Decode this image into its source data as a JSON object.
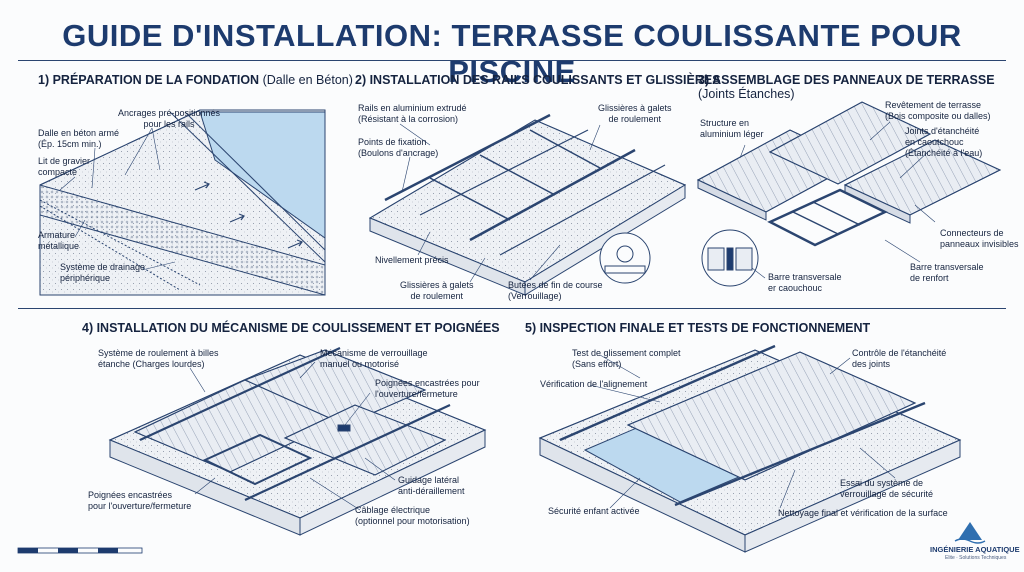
{
  "title": "GUIDE D'INSTALLATION: TERRASSE COULISSANTE POUR PISCINE",
  "sections": [
    {
      "heading": "1) PRÉPARATION DE LA FONDATION",
      "subheading": "(Dalle en Béton)",
      "labels": [
        "Ancrages pré-positionnés\npour les rails",
        "Dalle en béton armé\n(Ép. 15cm min.)",
        "Lit de gravier\ncompacté",
        "Armature\nmétallique",
        "Système de drainage\npériphérique"
      ]
    },
    {
      "heading": "2) INSTALLATION DES RAILS COULISSANTS ET GLISSIÈRES",
      "subheading": "",
      "labels": [
        "Rails en aluminium extrudé\n(Résistant à la corrosion)",
        "Glissières à galets\nde roulement",
        "Points de fixation\n(Boulons d'ancrage)",
        "Nivellement précis",
        "Glissières à galets\nde roulement",
        "Butées de fin de course\n(Verrouillage)"
      ]
    },
    {
      "heading": "3) ASSEMBLAGE DES PANNEAUX DE TERRASSE",
      "subheading": "(Joints Étanches)",
      "labels": [
        "Revêtement de terrasse\n(Bois composite ou dalles)",
        "Structure en\naluminium léger",
        "Joints d'étanchéité\nen caoutchouc\n(Étanchéité à l'eau)",
        "Connecteurs de\npanneaux invisibles",
        "Barre transversale\ner caouchouc",
        "Barre transversale\nde renfort"
      ]
    },
    {
      "heading": "4) INSTALLATION DU MÉCANISME DE COULISSEMENT ET POIGNÉES",
      "subheading": "",
      "labels": [
        "Système de roulement à billes\nétanche (Charges lourdes)",
        "Mécanisme de verrouillage\nmanuel ou motorisé",
        "Poignées encastrées pour\nl'ouverture/fermeture",
        "Guidage latéral\nanti-déraillement",
        "Poignées encastrées\npour l'ouverture/fermeture",
        "Câblage électrique\n(optionnel pour motorisation)"
      ]
    },
    {
      "heading": "5) INSPECTION FINALE ET TESTS DE FONCTIONNEMENT",
      "subheading": "",
      "labels": [
        "Test de glissement complet\n(Sans effort)",
        "Contrôle de l'étanchéité\ndes joints",
        "Vérification de l'alignement",
        "Essai du système de\nverrouillage de sécurité",
        "Sécurité enfant activée",
        "Nettoyage final et vérification de la surface"
      ]
    }
  ],
  "logo": {
    "name": "INGÉNIERIE AQUATIQUE",
    "tagline": "Elite · Solutions Techniques"
  },
  "colors": {
    "ink": "#1d3b6e",
    "water": "#bcd9ef",
    "concrete": "#eef1f5",
    "line": "#2b4570"
  }
}
